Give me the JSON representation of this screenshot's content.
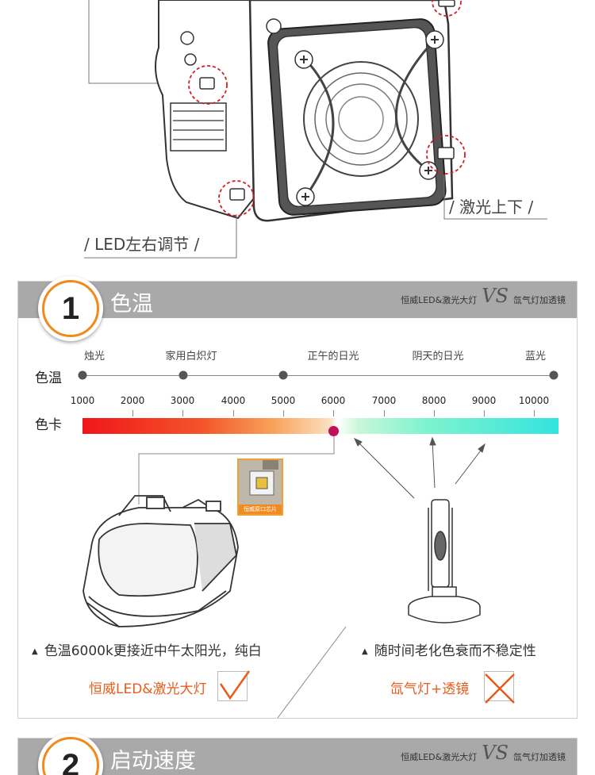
{
  "top": {
    "laser_label": "/  激光上下 /",
    "led_label": "/  LED左右调节 /"
  },
  "section1": {
    "number": "1",
    "title": "色温",
    "brand_left": "恒威LED&激光大灯",
    "brand_vs": "VS",
    "brand_right": "氙气灯加透镜",
    "row_temp": "色温",
    "row_card": "色卡",
    "light_labels": [
      "烛光",
      "家用白炽灯",
      "正午的日光",
      "阴天的日光",
      "蓝光"
    ],
    "ticks": [
      "1000",
      "2000",
      "3000",
      "4000",
      "5000",
      "6000",
      "7000",
      "8000",
      "9000",
      "10000"
    ],
    "chip_caption": "恒威原口芯片",
    "caption_left": "色温6000k更接近中午太阳光，纯白",
    "caption_right": "随时间老化色衰而不稳定性",
    "verdict_left": "恒威LED&激光大灯",
    "verdict_right": "氙气灯+透镜",
    "colors": {
      "accent": "#f08a1a",
      "verdict": "#e85b1c",
      "marker": "#c0105a",
      "header": "#a9a9a9"
    }
  },
  "section2": {
    "number": "2",
    "title": "启动速度",
    "brand_left": "恒威LED&激光大灯",
    "brand_vs": "VS",
    "brand_right": "氙气灯加透镜"
  }
}
